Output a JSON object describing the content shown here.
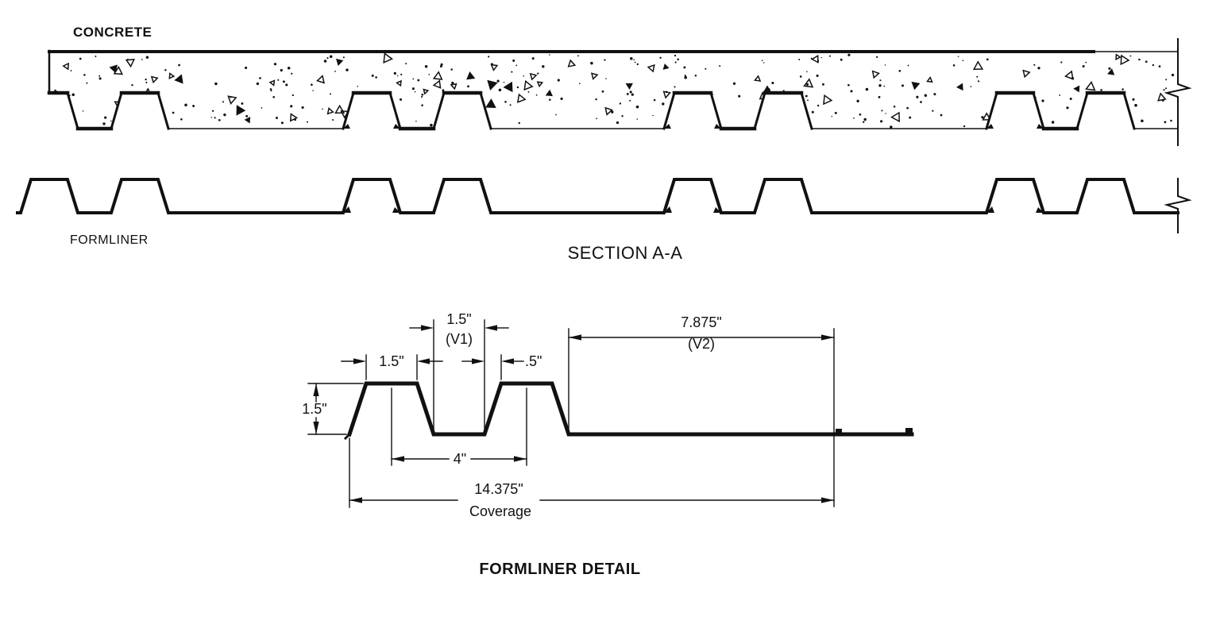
{
  "colors": {
    "background": "#ffffff",
    "ink": "#111111"
  },
  "section_view": {
    "material_label": "CONCRETE",
    "liner_label": "FORMLINER",
    "title": "SECTION A-A"
  },
  "detail_view": {
    "title": "FORMLINER DETAIL",
    "dims": {
      "rib_top_width": "1.5\"",
      "v1_width": "1.5\"",
      "v1_tag": "(V1)",
      "slope_offset": ".5\"",
      "v2_width": "7.875\"",
      "v2_tag": "(V2)",
      "rib_height": "1.5\"",
      "rib_spacing": "4\"",
      "coverage_width": "14.375\"",
      "coverage_caption": "Coverage"
    },
    "values_inches": {
      "rib_top_width": 1.5,
      "valley_v1": 1.5,
      "slope_offset": 0.5,
      "rib_height": 1.5,
      "rib_spacing_cc": 4,
      "flat_v2": 7.875,
      "coverage": 14.375
    }
  }
}
